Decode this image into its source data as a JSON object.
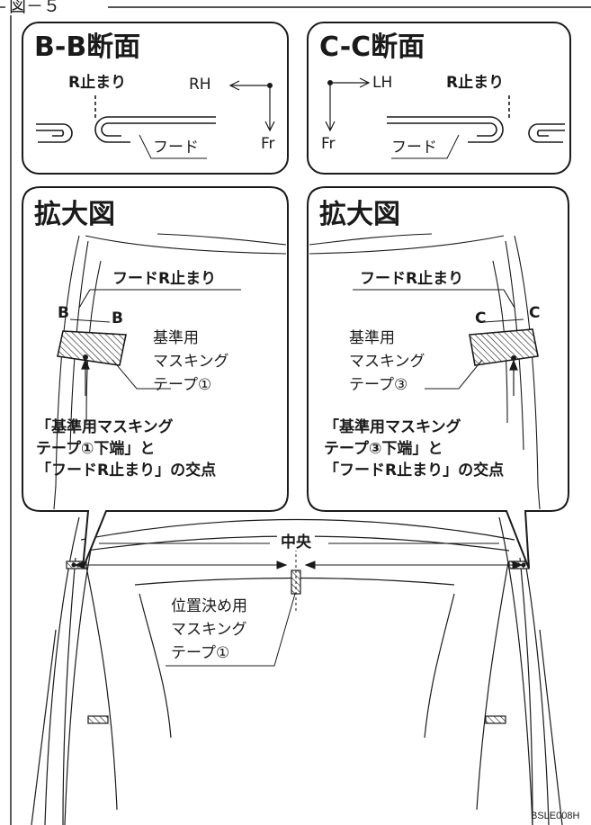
{
  "figure_label": "図－５",
  "code": "BSLE008H",
  "center_label": "中央",
  "bb_panel": {
    "title": "B-B断面",
    "r_stop": "R止まり",
    "dir_horizontal": "RH",
    "dir_vertical": "Fr",
    "hood": "フード"
  },
  "cc_panel": {
    "title": "C-C断面",
    "r_stop": "R止まり",
    "dir_horizontal": "LH",
    "dir_vertical": "Fr",
    "hood": "フード"
  },
  "zoom_left": {
    "title": "拡大図",
    "hood_r_stop": "フードR止まり",
    "section_a": "B",
    "section_b": "B",
    "tape_label": [
      "基準用",
      "マスキング",
      "テープ①"
    ],
    "caption": [
      "「基準用マスキング",
      "テープ①下端」と",
      "「フードR止まり」の交点"
    ]
  },
  "zoom_right": {
    "title": "拡大図",
    "hood_r_stop": "フードR止まり",
    "section_a": "C",
    "section_b": "C",
    "tape_label": [
      "基準用",
      "マスキング",
      "テープ③"
    ],
    "caption": [
      "「基準用マスキング",
      "テープ③下端」と",
      "「フードR止まり」の交点"
    ]
  },
  "positioning_tape_label": [
    "位置決め用",
    "マスキング",
    "テープ①"
  ]
}
